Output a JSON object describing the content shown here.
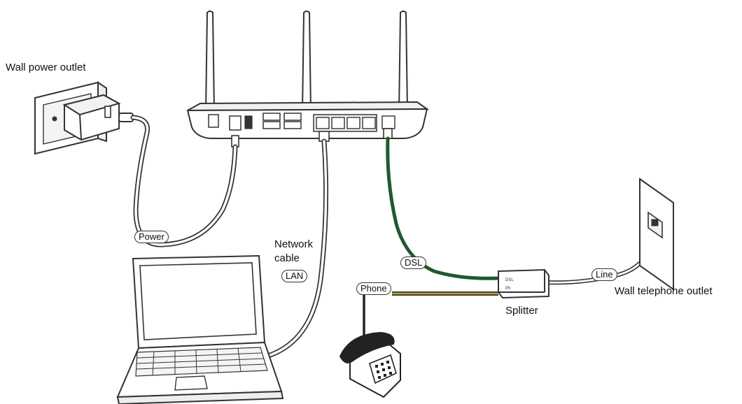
{
  "labels": {
    "wall_power_outlet": "Wall power outlet",
    "power": "Power",
    "network": "Network",
    "cable": "cable",
    "lan": "LAN",
    "dsl": "DSL",
    "phone": "Phone",
    "splitter": "Splitter",
    "line": "Line",
    "wall_telephone_outlet": "Wall telephone outlet"
  },
  "colors": {
    "line_art": "#333333",
    "dsl_cable": "#1f5a2e",
    "phone_cable_yellow": "#b7a432",
    "background": "#ffffff"
  },
  "icons": [
    "router-icon",
    "antenna-icon",
    "power-adapter-icon",
    "laptop-icon",
    "telephone-icon",
    "splitter-icon",
    "wall-jack-icon"
  ]
}
